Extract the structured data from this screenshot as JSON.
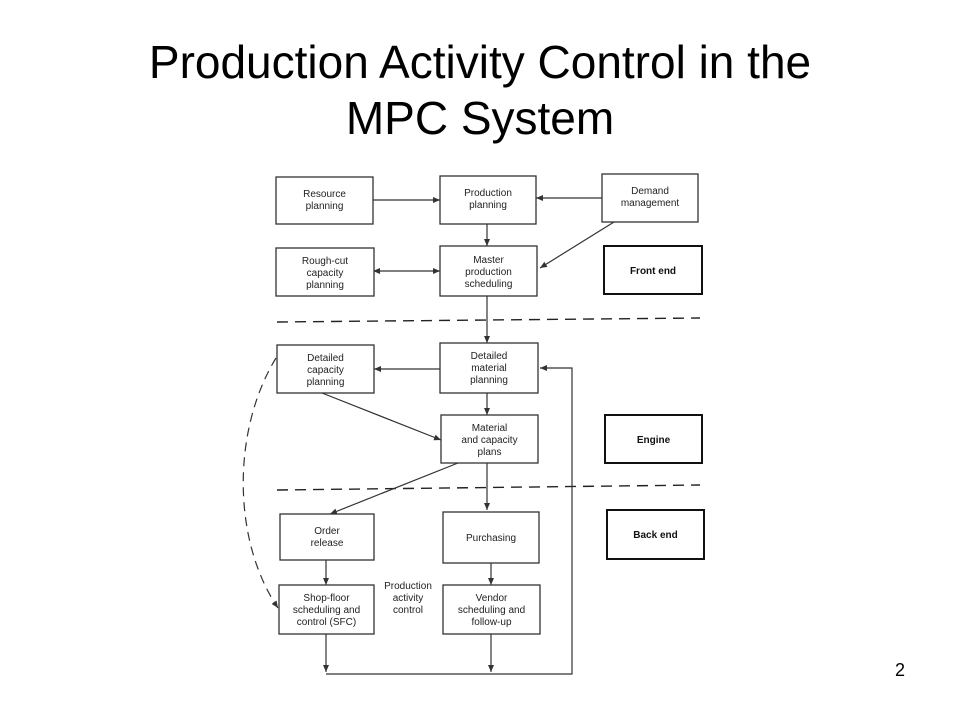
{
  "slide": {
    "title_line1": "Production Activity Control in the",
    "title_line2": "MPC System",
    "page_number": "2"
  },
  "diagram": {
    "nodes": {
      "resource_planning": [
        "Resource",
        "planning"
      ],
      "production_planning": [
        "Production",
        "planning"
      ],
      "demand_management": [
        "Demand",
        "management"
      ],
      "rough_cut": [
        "Rough-cut",
        "capacity",
        "planning"
      ],
      "master_production": [
        "Master",
        "production",
        "scheduling"
      ],
      "detailed_capacity": [
        "Detailed",
        "capacity",
        "planning"
      ],
      "detailed_material": [
        "Detailed",
        "material",
        "planning"
      ],
      "material_capacity_plans": [
        "Material",
        "and capacity",
        "plans"
      ],
      "order_release": [
        "Order",
        "release"
      ],
      "purchasing": [
        "Purchasing"
      ],
      "shop_floor": [
        "Shop-floor",
        "scheduling and",
        "control (SFC)"
      ],
      "vendor_scheduling": [
        "Vendor",
        "scheduling and",
        "follow-up"
      ]
    },
    "sections": {
      "front_end": "Front end",
      "engine": "Engine",
      "back_end": "Back end"
    },
    "pac_label": [
      "Production",
      "activity",
      "control"
    ]
  }
}
